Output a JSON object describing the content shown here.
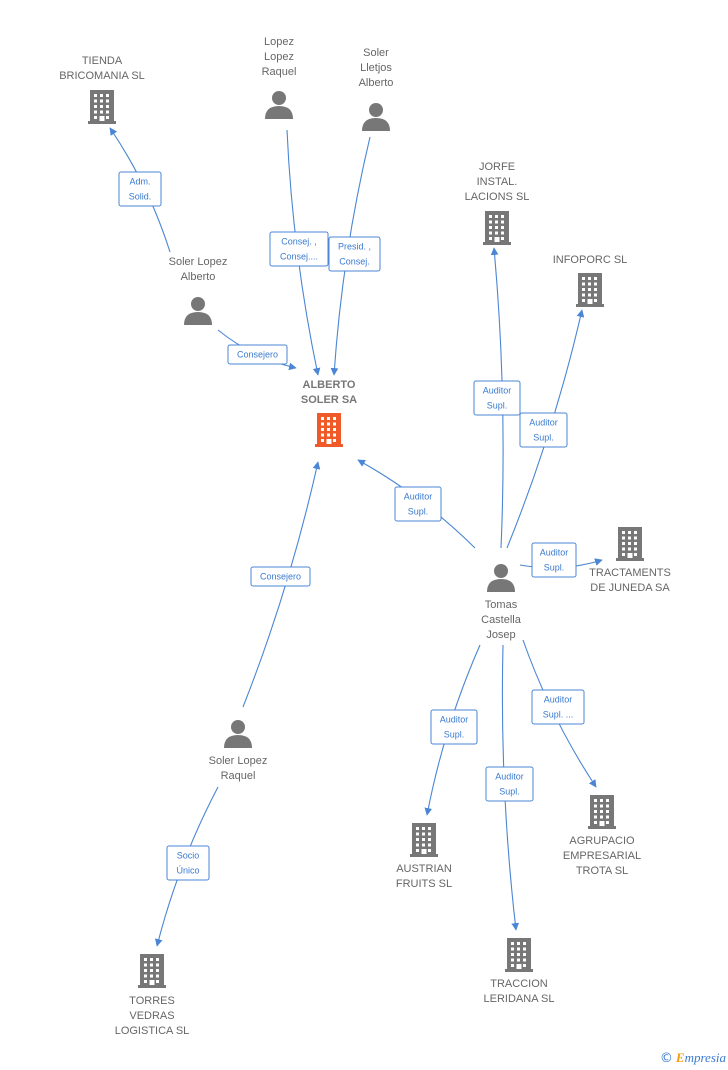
{
  "nodes": [
    {
      "id": "alberto_soler_sa",
      "kind": "company",
      "main": true,
      "label": [
        "ALBERTO",
        "SOLER SA"
      ]
    },
    {
      "id": "tienda_bricomania",
      "kind": "company",
      "label": [
        "TIENDA",
        "BRICOMANIA SL"
      ]
    },
    {
      "id": "lopez_lopez_raquel",
      "kind": "person",
      "label": [
        "Lopez",
        "Lopez",
        "Raquel"
      ]
    },
    {
      "id": "soler_lletjos_alberto",
      "kind": "person",
      "label": [
        "Soler",
        "Lletjos",
        "Alberto"
      ]
    },
    {
      "id": "soler_lopez_alberto",
      "kind": "person",
      "label": [
        "Soler Lopez",
        "Alberto"
      ]
    },
    {
      "id": "jorfe",
      "kind": "company",
      "label": [
        "JORFE",
        "INSTAL.",
        "LACIONS SL"
      ]
    },
    {
      "id": "infoporc",
      "kind": "company",
      "label": [
        "INFOPORC SL"
      ]
    },
    {
      "id": "tractaments",
      "kind": "company",
      "label": [
        "TRACTAMENTS",
        "DE JUNEDA SA"
      ]
    },
    {
      "id": "tomas_castella_josep",
      "kind": "person",
      "label": [
        "Tomas",
        "Castella",
        "Josep"
      ]
    },
    {
      "id": "soler_lopez_raquel",
      "kind": "person",
      "label": [
        "Soler Lopez",
        "Raquel"
      ]
    },
    {
      "id": "austrian_fruits",
      "kind": "company",
      "label": [
        "AUSTRIAN",
        "FRUITS SL"
      ]
    },
    {
      "id": "agrupacio",
      "kind": "company",
      "label": [
        "AGRUPACIO",
        "EMPRESARIAL",
        "TROTA SL"
      ]
    },
    {
      "id": "traccion_leridana",
      "kind": "company",
      "label": [
        "TRACCION",
        "LERIDANA SL"
      ]
    },
    {
      "id": "torres_vedras",
      "kind": "company",
      "label": [
        "TORRES",
        "VEDRAS",
        "LOGISTICA SL"
      ]
    }
  ],
  "edges": [
    {
      "from": "soler_lopez_alberto",
      "to": "tienda_bricomania",
      "label": [
        "Adm.",
        "Solid."
      ]
    },
    {
      "from": "lopez_lopez_raquel",
      "to": "alberto_soler_sa",
      "label": [
        "Consej. ,",
        "Consej...."
      ]
    },
    {
      "from": "soler_lletjos_alberto",
      "to": "alberto_soler_sa",
      "label": [
        "Presid. ,",
        "Consej."
      ]
    },
    {
      "from": "soler_lopez_alberto",
      "to": "alberto_soler_sa",
      "label": [
        "Consejero"
      ]
    },
    {
      "from": "tomas_castella_josep",
      "to": "alberto_soler_sa",
      "label": [
        "Auditor",
        "Supl."
      ]
    },
    {
      "from": "tomas_castella_josep",
      "to": "jorfe",
      "label": [
        "Auditor",
        "Supl."
      ]
    },
    {
      "from": "tomas_castella_josep",
      "to": "infoporc",
      "label": [
        "Auditor",
        "Supl."
      ]
    },
    {
      "from": "tomas_castella_josep",
      "to": "tractaments",
      "label": [
        "Auditor",
        "Supl."
      ]
    },
    {
      "from": "soler_lopez_raquel",
      "to": "alberto_soler_sa",
      "label": [
        "Consejero"
      ]
    },
    {
      "from": "tomas_castella_josep",
      "to": "austrian_fruits",
      "label": [
        "Auditor",
        "Supl."
      ]
    },
    {
      "from": "tomas_castella_josep",
      "to": "traccion_leridana",
      "label": [
        "Auditor",
        "Supl."
      ]
    },
    {
      "from": "tomas_castella_josep",
      "to": "agrupacio",
      "label": [
        "Auditor",
        "Supl. ..."
      ]
    },
    {
      "from": "soler_lopez_raquel",
      "to": "torres_vedras",
      "label": [
        "Socio",
        "Único"
      ]
    }
  ],
  "colors": {
    "edge": "#4a86d4",
    "node_icon": "#777777",
    "main_icon": "#f05a28",
    "text": "#666666"
  },
  "footer": {
    "copyright": "©",
    "brand_first": "E",
    "brand_rest": "mpresia"
  }
}
